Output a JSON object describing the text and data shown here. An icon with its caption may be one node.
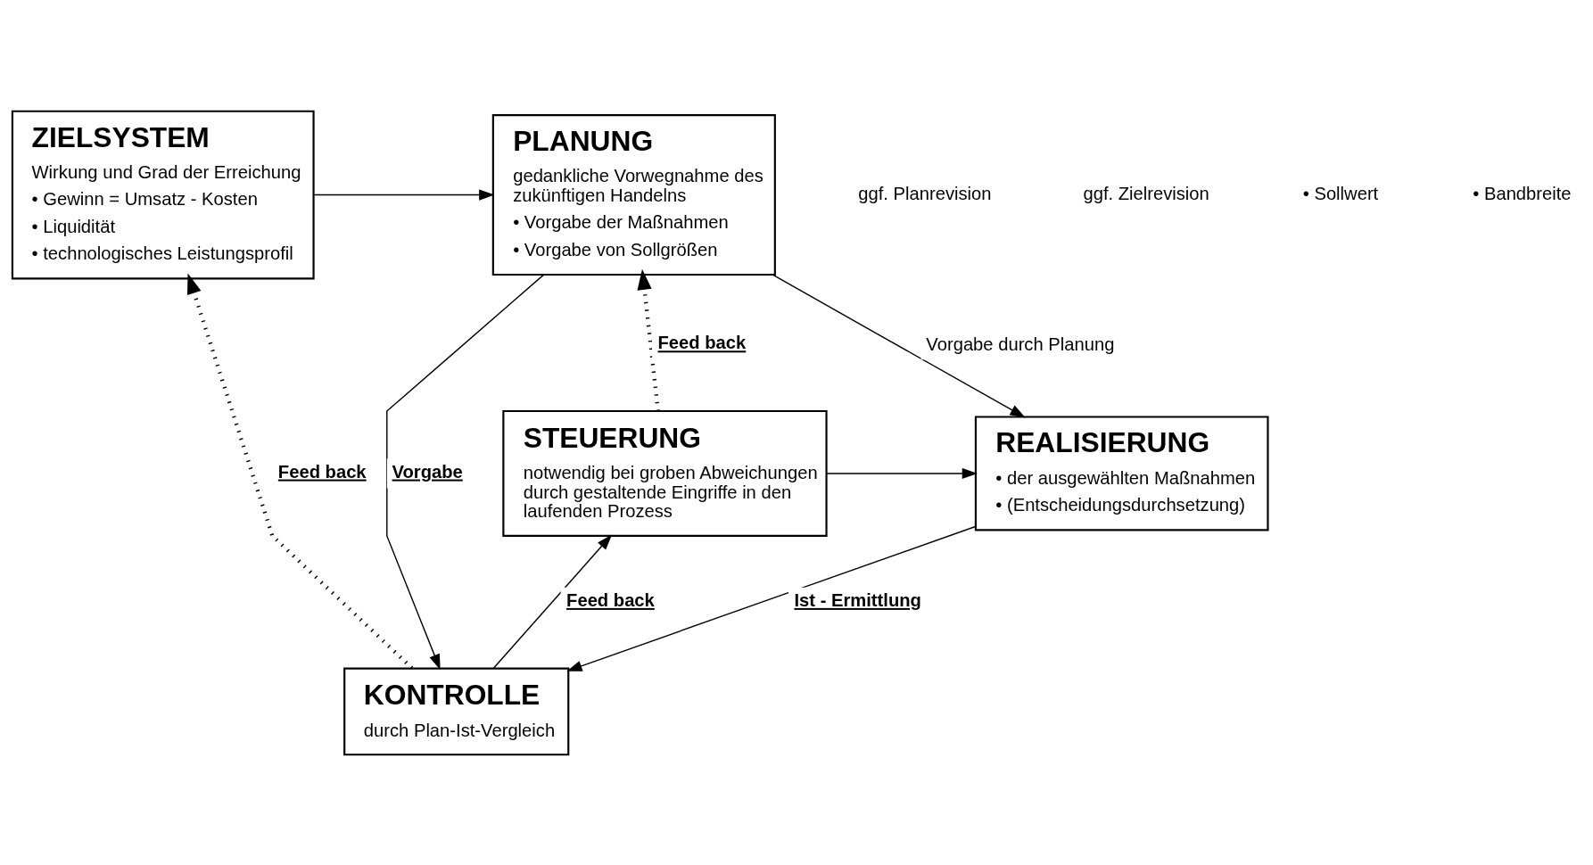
{
  "diagram": {
    "nodes": [
      {
        "text": [
          "ZIELSYSTEM",
          "Wirkung und Grad der Erreichung",
          "• Gewinn = Umsatz - Kosten",
          "• Liquidität",
          "• technologisches Leistungsprofil"
        ]
      },
      {
        "text": [
          "PLANUNG",
          "gedankliche Vorwegnahme des zukünftigen Handelns",
          "• Vorgabe der Maßnahmen",
          "• Vorgabe von Sollgrößen"
        ]
      },
      {
        "text": [
          "STEUERUNG",
          "notwendig bei groben Abweichungen durch gestaltende Eingriffe in den laufenden Prozess"
        ]
      },
      {
        "text": [
          "REALISIERUNG",
          "• der ausgewählten Maßnahmen",
          "• (Entscheidungsdurchsetzung)"
        ]
      },
      {
        "text": [
          "KONTROLLE",
          "durch Plan-Ist-Vergleich"
        ]
      }
    ],
    "edges": [
      {
        "from": 0,
        "to": 1,
        "arrow": "to"
      },
      {
        "from": 1,
        "to": 3,
        "arrow": "to",
        "label": "Vorgabe durch Planung"
      },
      {
        "from": 1,
        "to": 4,
        "arrow": "to",
        "label": "Vorgabe"
      },
      {
        "from": 2,
        "to": 3,
        "arrow": "to"
      },
      {
        "from": 3,
        "to": 4,
        "arrow": "to",
        "label": "Ist - Ermittlung"
      },
      {
        "from": 4,
        "to": 2,
        "arrow": "to",
        "label": "Feed back"
      },
      {
        "from": 2,
        "to": 1,
        "arrow": "to",
        "style": "dashed",
        "label": "Feed back"
      },
      {
        "from": 4,
        "to": 0,
        "arrow": "to",
        "style": "dashed",
        "label": "Feed back"
      }
    ],
    "labels": [
      "ggf. Planrevision",
      "ggf. Zielrevision",
      "• Sollwert",
      "• Bandbreite"
    ]
  }
}
